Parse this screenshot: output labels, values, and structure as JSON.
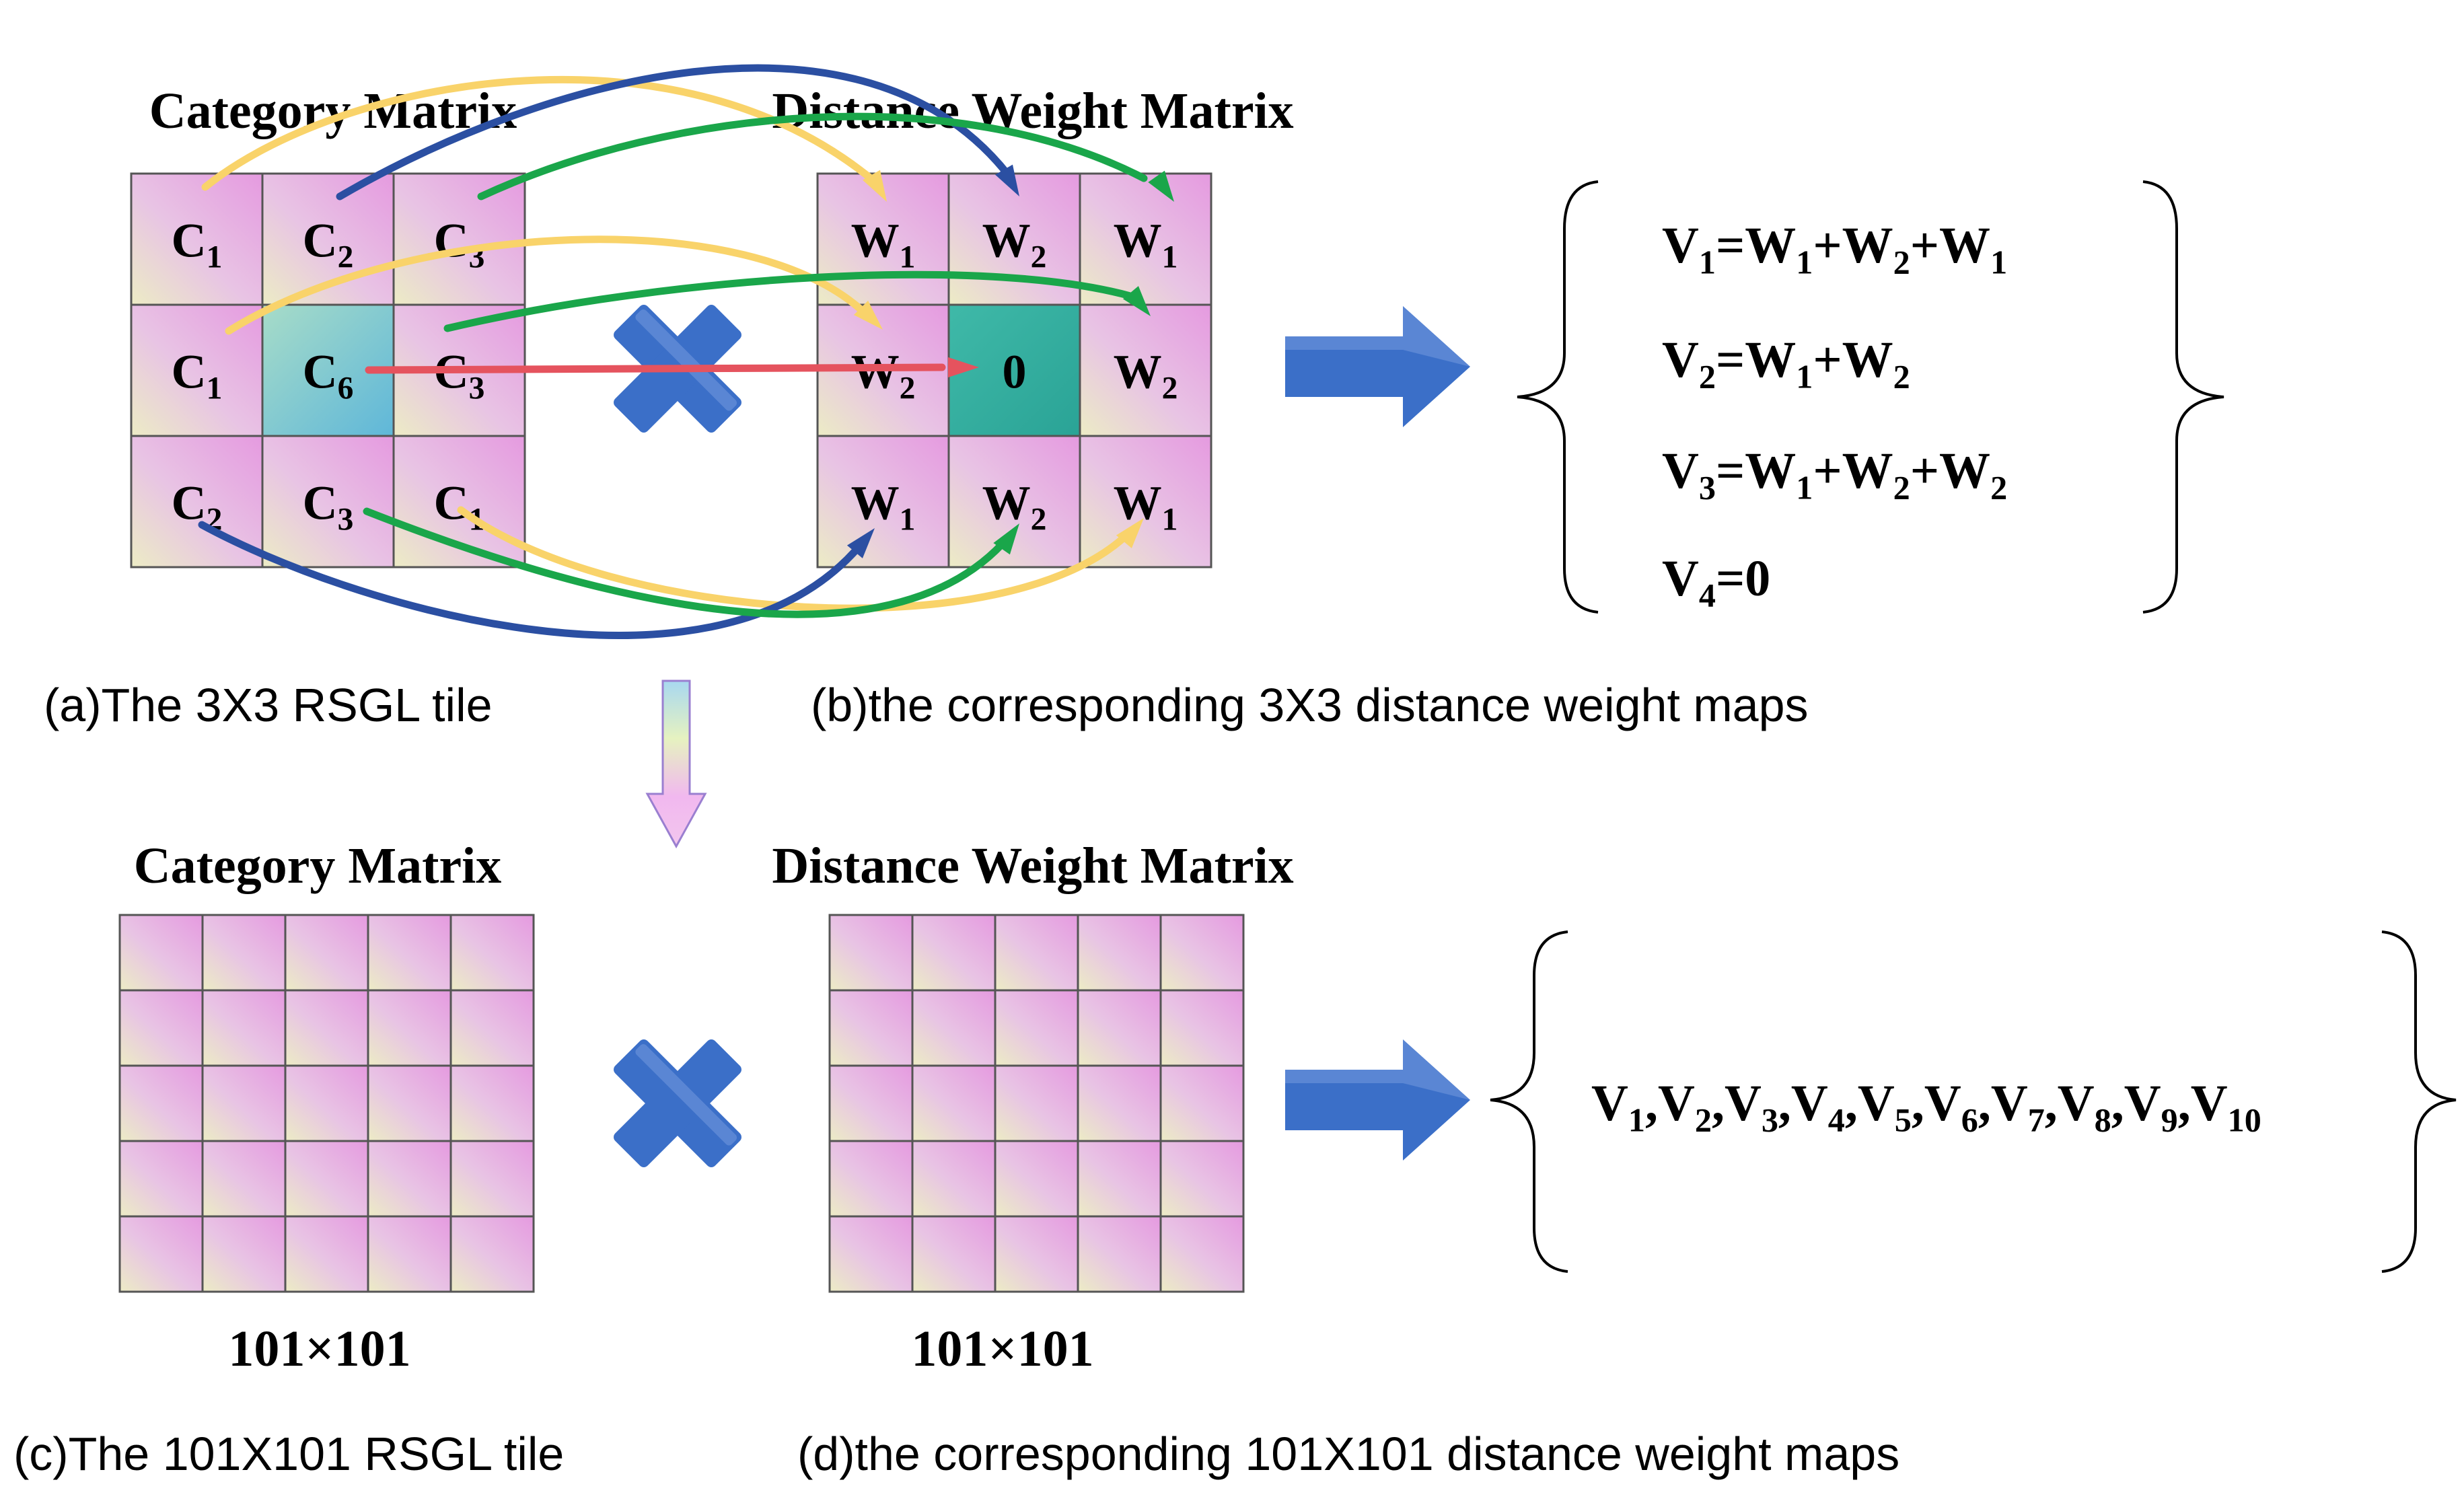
{
  "colors": {
    "cell_pink": "#e59ae0",
    "cell_cream": "#ececc5",
    "center_cell_cat": "#5fb7d9",
    "center_cell_weight": "#2aa396",
    "arrow_yellow": "#f9d36a",
    "arrow_blue": "#2b4fa2",
    "arrow_green": "#1aa64a",
    "arrow_red": "#e5535e",
    "block_arrow": "#3b6fc8",
    "cross": "#3b6fc8"
  },
  "top": {
    "category_title": "Category Matrix",
    "weight_title": "Distance Weight Matrix",
    "category_cells": [
      [
        "C|1",
        "C|2",
        "C|3"
      ],
      [
        "C|1",
        "C|6",
        "C|3"
      ],
      [
        "C|2",
        "C|3",
        "C|1"
      ]
    ],
    "weight_cells": [
      [
        "W|1",
        "W|2",
        "W|1"
      ],
      [
        "W|2",
        "0",
        "W|2"
      ],
      [
        "W|1",
        "W|2",
        "W|1"
      ]
    ],
    "equations": [
      "V|1|=W|1|+W|2|+W|1",
      "V|2|=W|1|+W|2",
      "V|3|=W|1|+W|2|+W|2",
      "V|4|=0"
    ],
    "caption_a": "(a)The 3X3 RSGL tile",
    "caption_b": "(b)the corresponding 3X3 distance weight maps"
  },
  "bottom": {
    "category_title": "Category Matrix",
    "weight_title": "Distance Weight Matrix",
    "grid_rows": 5,
    "grid_cols": 5,
    "size_label_left": "101×101",
    "size_label_right": "101×101",
    "equation": "V|1|,V|2|,V|3|,V|4|,V|5|,V|6|,V|7|,V|8|,V|9|,V|10",
    "caption_c": "(c)The 101X101 RSGL tile",
    "caption_d": "(d)the corresponding 101X101 distance weight maps"
  }
}
